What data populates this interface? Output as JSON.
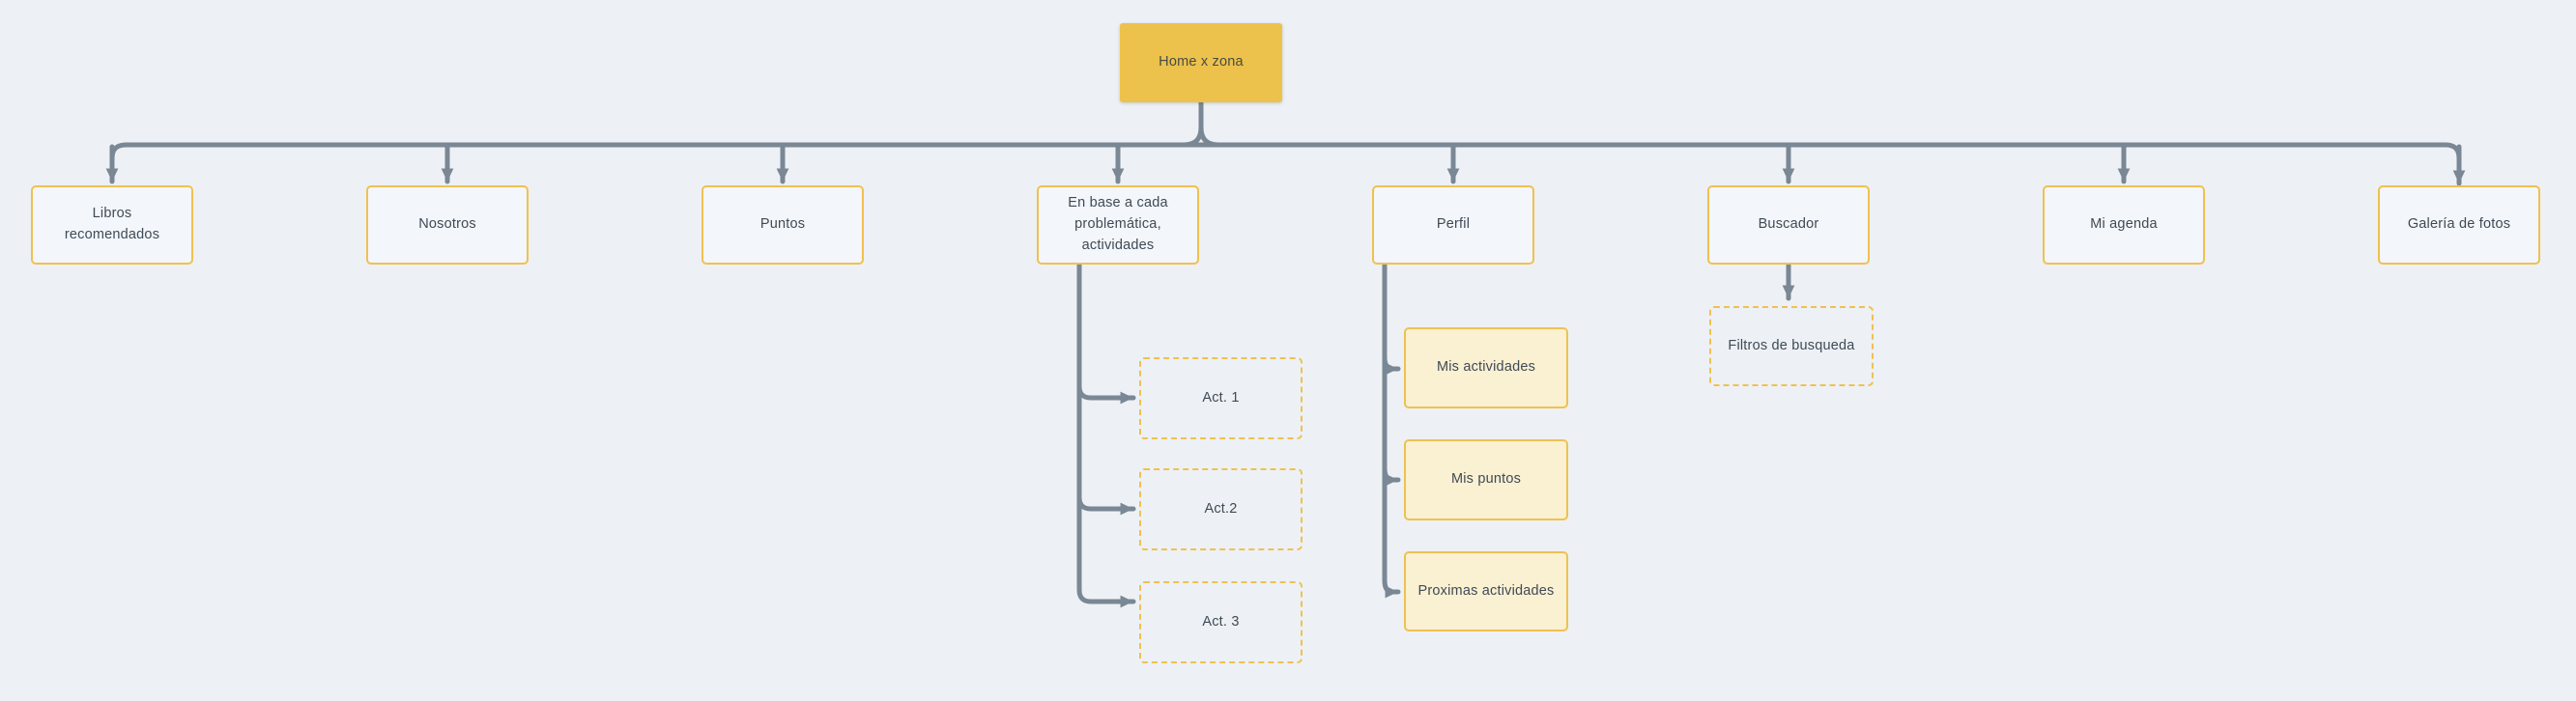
{
  "colors": {
    "background": "#edf1f5",
    "gold": "#ecc14c",
    "gold_border": "#f0c150",
    "cream": "#faf0d2",
    "node_fill": "#f3f6fa",
    "connector": "#7a8795",
    "text": "#3f4a55",
    "home_text": "#474c44"
  },
  "root": {
    "label": "Home x zona"
  },
  "children": [
    {
      "label": "Libros\nrecomendados"
    },
    {
      "label": "Nosotros"
    },
    {
      "label": "Puntos"
    },
    {
      "label": "En base a cada\nproblemática,\nactividades"
    },
    {
      "label": "Perfil"
    },
    {
      "label": "Buscador"
    },
    {
      "label": "Mi agenda"
    },
    {
      "label": "Galería de fotos"
    }
  ],
  "activities": [
    {
      "label": "Act. 1"
    },
    {
      "label": "Act.2"
    },
    {
      "label": "Act. 3"
    }
  ],
  "perfil_children": [
    {
      "label": "Mis actividades"
    },
    {
      "label": "Mis puntos"
    },
    {
      "label": "Proximas actividades"
    }
  ],
  "buscador_children": [
    {
      "label": "Filtros de busqueda"
    }
  ]
}
